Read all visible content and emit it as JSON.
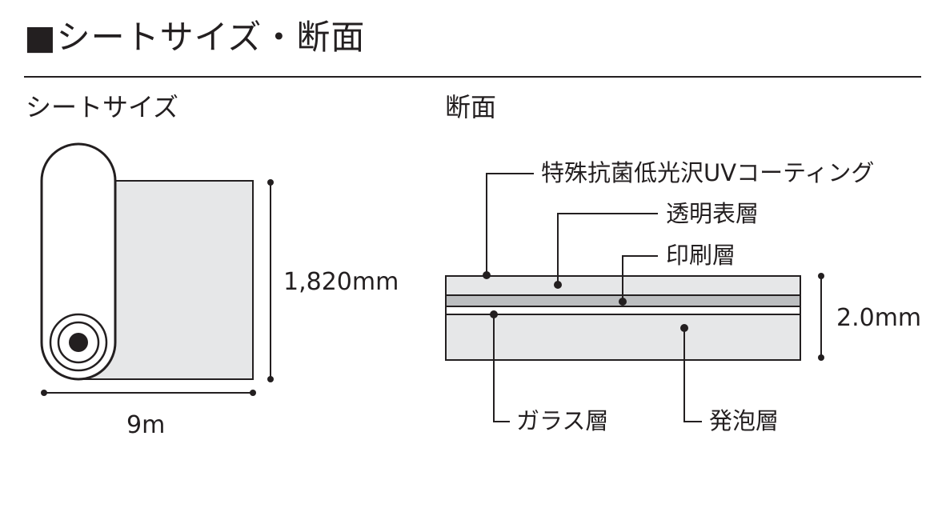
{
  "header": {
    "title": "■シートサイズ・断面"
  },
  "sheet_size": {
    "title": "シートサイズ",
    "height_label": "1,820mm",
    "width_label": "9m"
  },
  "cross_section": {
    "title": "断面",
    "thickness_label": "2.0mm",
    "layers": {
      "uv_coating": "特殊抗菌低光沢UVコーティング",
      "clear_surface": "透明表層",
      "print": "印刷層",
      "glass": "ガラス層",
      "foam": "発泡層"
    }
  },
  "colors": {
    "line": "#231f20",
    "fill_light": "#e6e7e8",
    "fill_mid": "#bcbec0"
  }
}
